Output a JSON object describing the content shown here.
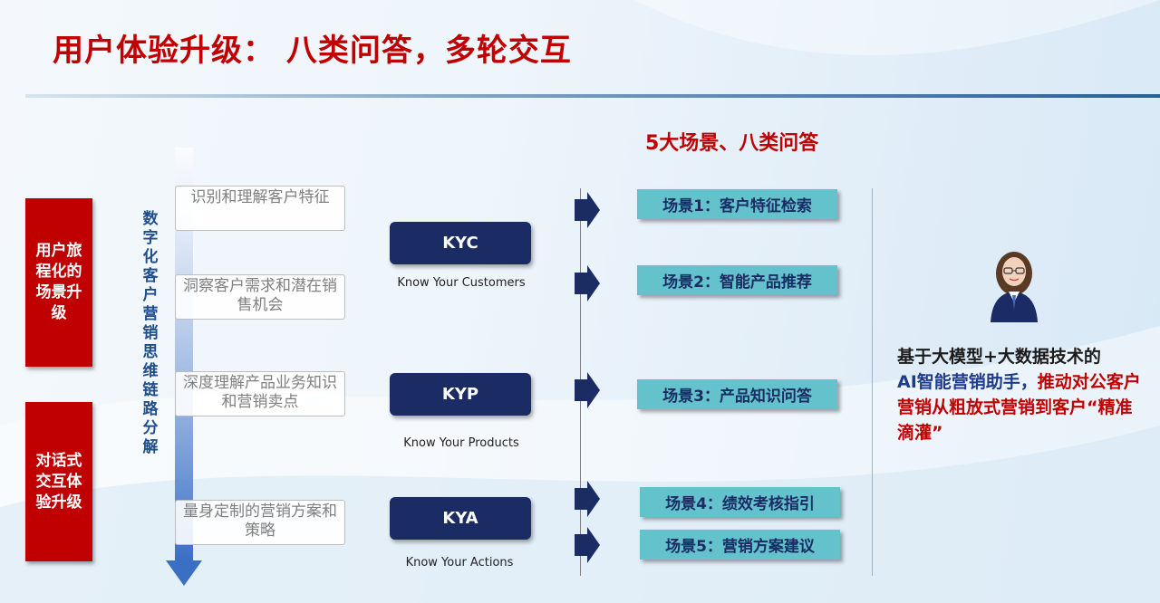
{
  "title": "用户体验升级： 八类问答，多轮交互",
  "subtitle": "5大场景、八类问答",
  "left_labels": [
    "用户旅程化的场景升级",
    "对话式交互体验升级"
  ],
  "vertical_label": "数字化客户营销思维链路分解",
  "steps": [
    "识别和理解客户特征",
    "洞察客户需求和潜在销售机会",
    "深度理解产品业务知识和营销卖点",
    "量身定制的营销方案和策略"
  ],
  "k_boxes": [
    {
      "label": "KYC",
      "sub": "Know Your Customers"
    },
    {
      "label": "KYP",
      "sub": "Know Your Products"
    },
    {
      "label": "KYA",
      "sub": "Know Your Actions"
    }
  ],
  "scenes": [
    "场景1：客户特征检索",
    "场景2：智能产品推荐",
    "场景3：产品知识问答",
    "场景4：绩效考核指引",
    "场景5：营销方案建议"
  ],
  "summary": {
    "part1": "基于大模型+大数据技术的",
    "part2": "AI智能营销助手，",
    "part3": "推动对公客户营销从粗放式营销到客户“精准滴灌”"
  },
  "colors": {
    "accent_red": "#c00000",
    "navy": "#1b2b63",
    "teal": "#63c2cc"
  },
  "icons": [
    "down-arrow-icon",
    "right-arrow-icon",
    "assistant-avatar-icon"
  ]
}
